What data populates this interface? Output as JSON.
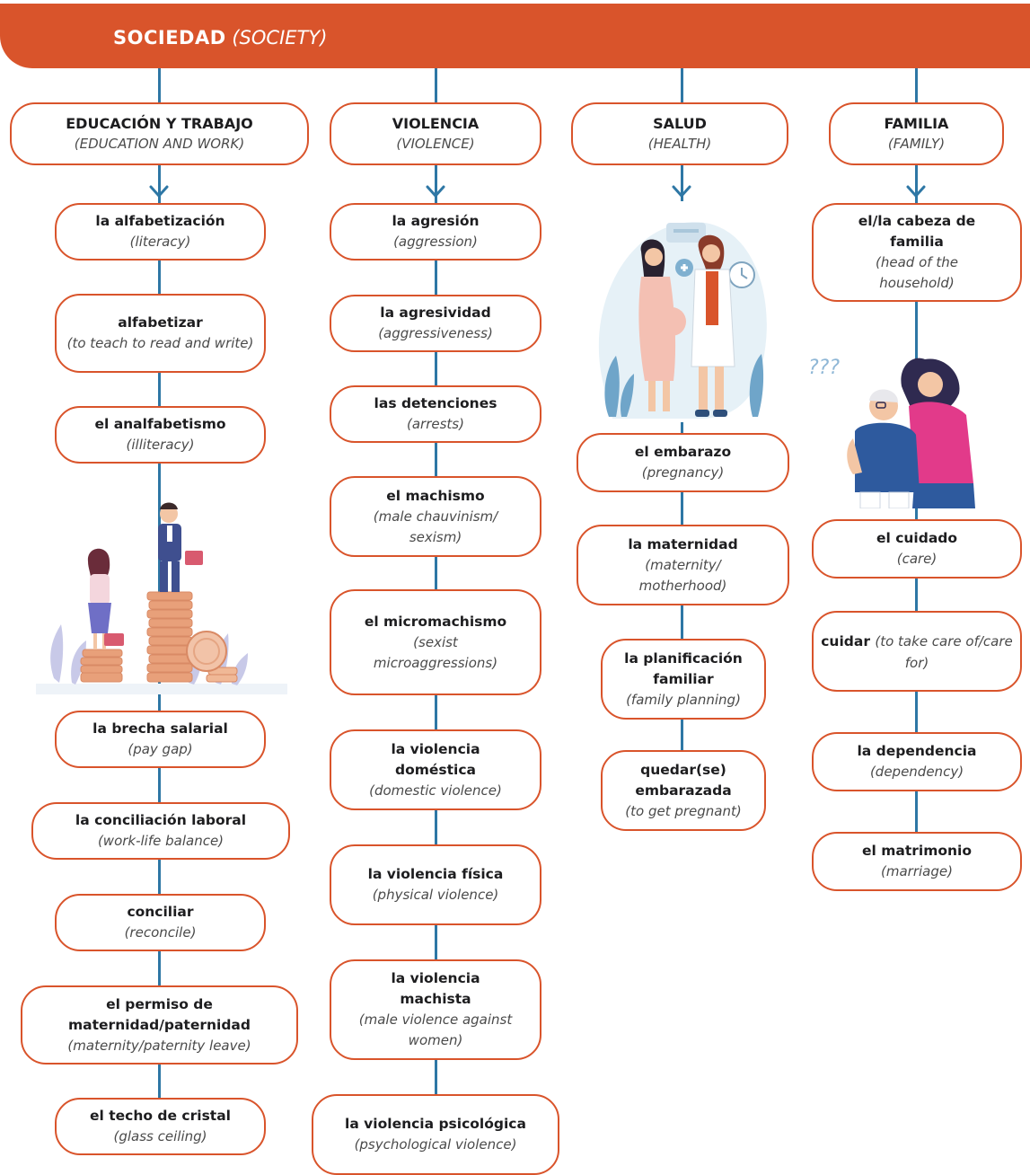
{
  "banner": {
    "title": "SOCIEDAD",
    "subtitle": "(SOCIETY)"
  },
  "colors": {
    "accent": "#d9542b",
    "connector": "#2e77a5",
    "text": "#1d1d1f"
  },
  "columns": [
    {
      "title": "EDUCACIÓN Y TRABAJO",
      "subtitle": "(EDUCATION AND WORK)",
      "items": [
        {
          "term": "la alfabetización",
          "gloss": "(literacy)"
        },
        {
          "term": "alfabetizar",
          "gloss": "(to teach to read and write)"
        },
        {
          "term": "el analfabetismo",
          "gloss": "(illiteracy)"
        },
        {
          "term": "la brecha salarial",
          "gloss": "(pay gap)"
        },
        {
          "term": "la conciliación laboral",
          "gloss": "(work-life balance)"
        },
        {
          "term": "conciliar",
          "gloss": "(reconcile)"
        },
        {
          "term": "el permiso de maternidad/paternidad",
          "gloss": "(maternity/paternity leave)"
        },
        {
          "term": "el techo de cristal",
          "gloss": "(glass ceiling)"
        }
      ],
      "illustration": "woman-and-man-on-coin-stacks-illustration"
    },
    {
      "title": "VIOLENCIA",
      "subtitle": "(VIOLENCE)",
      "items": [
        {
          "term": "la agresión",
          "gloss": "(aggression)"
        },
        {
          "term": "la agresividad",
          "gloss": "(aggressiveness)"
        },
        {
          "term": "las detenciones",
          "gloss": "(arrests)"
        },
        {
          "term": "el machismo",
          "gloss": "(male chauvinism/ sexism)"
        },
        {
          "term": "el micromachismo",
          "gloss": "(sexist microaggressions)"
        },
        {
          "term": "la violencia doméstica",
          "gloss": "(domestic violence)"
        },
        {
          "term": "la violencia física",
          "gloss": "(physical violence)"
        },
        {
          "term": "la violencia machista",
          "gloss": "(male violence against women)"
        },
        {
          "term": "la violencia psicológica",
          "gloss": "(psychological violence)"
        }
      ]
    },
    {
      "title": "SALUD",
      "subtitle": "(HEALTH)",
      "items": [
        {
          "term": "el embarazo",
          "gloss": "(pregnancy)"
        },
        {
          "term": "la maternidad",
          "gloss": "(maternity/ motherhood)"
        },
        {
          "term": "la planificación familiar",
          "gloss": "(family planning)"
        },
        {
          "term": "quedar(se) embarazada",
          "gloss": "(to get pregnant)"
        }
      ],
      "illustration": "pregnant-woman-and-doctor-illustration"
    },
    {
      "title": "FAMILIA",
      "subtitle": "(FAMILY)",
      "items": [
        {
          "term": "el/la cabeza de familia",
          "gloss": "(head of the household)"
        },
        {
          "term": "el cuidado",
          "gloss": "(care)"
        },
        {
          "term": "cuidar",
          "gloss": "(to take care of/care for)"
        },
        {
          "term": "la dependencia",
          "gloss": "(dependency)"
        },
        {
          "term": "el matrimonio",
          "gloss": "(marriage)"
        }
      ],
      "illustration": "woman-caring-for-elderly-person-illustration"
    }
  ]
}
